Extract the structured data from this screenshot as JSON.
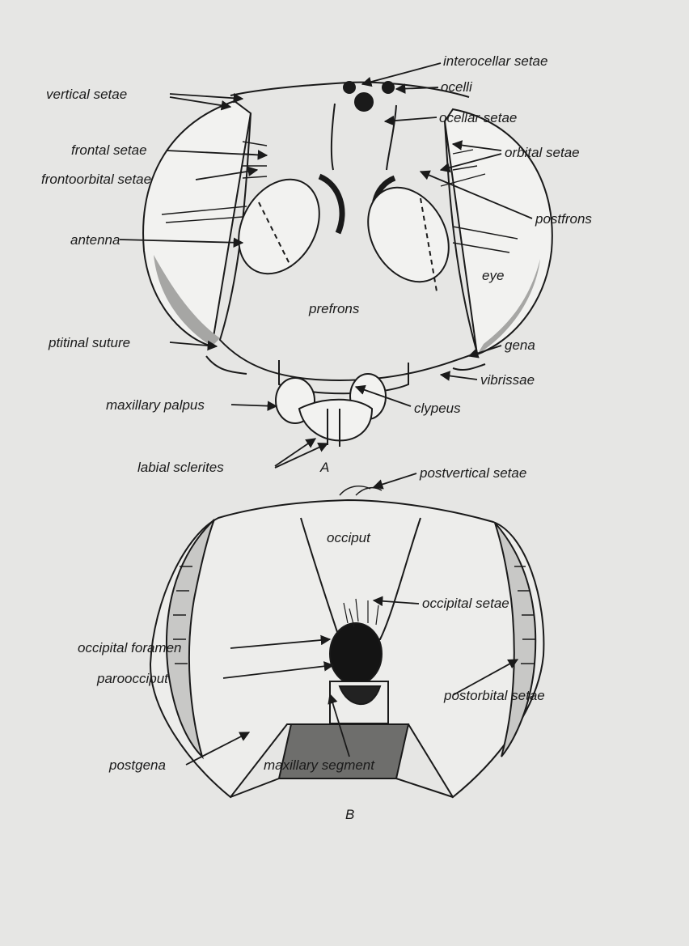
{
  "figure": {
    "panel_a": {
      "id": "A",
      "labels": {
        "interocellar_setae": "interocellar setae",
        "vertical_setae": "vertical setae",
        "ocelli": "ocelli",
        "ocellar_setae": "ocellar setae",
        "frontal_setae": "frontal setae",
        "orbital_setae": "orbital setae",
        "frontoorbital_setae": "frontoorbital setae",
        "postfrons": "postfrons",
        "antenna": "antenna",
        "eye": "eye",
        "prefrons": "prefrons",
        "ptitinal_suture": "ptitinal suture",
        "gena": "gena",
        "vibrissae": "vibrissae",
        "maxillary_palpus": "maxillary palpus",
        "clypeus": "clypeus",
        "labial_sclerites": "labial sclerites"
      }
    },
    "panel_b": {
      "id": "B",
      "labels": {
        "postvertical_setae": "postvertical setae",
        "occiput": "occiput",
        "occipital_setae": "occipital setae",
        "occipital_foramen": "occipital foramen",
        "paroocciput": "paroocciput",
        "postorbital_setae": "postorbital setae",
        "postgena": "postgena",
        "maxillary_segment": "maxillary segment"
      }
    },
    "colors": {
      "background": "#e6e6e4",
      "ink": "#1a1a1a",
      "shade": "#8a8a88"
    }
  }
}
